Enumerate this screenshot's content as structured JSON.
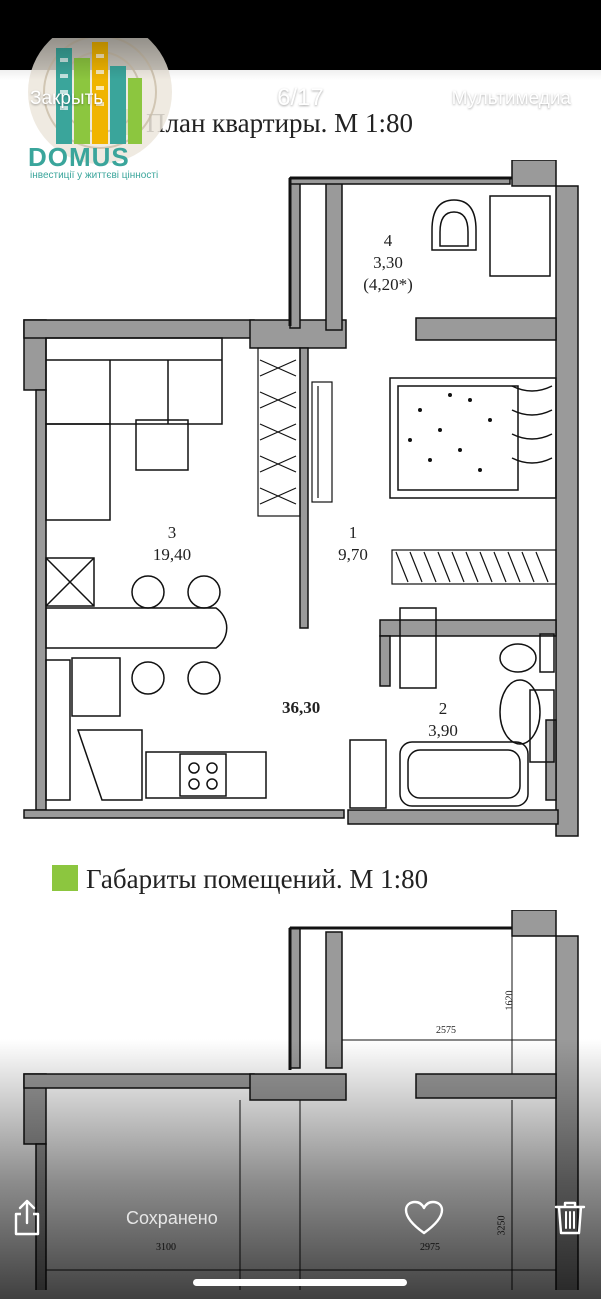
{
  "nav": {
    "close_label": "Закрыть",
    "counter": "6/17",
    "media_label": "Мультимедиа"
  },
  "logo": {
    "name": "DOMUS",
    "tagline": "інвестиції у життєві цінності"
  },
  "plan": {
    "title": "План квартиры. М 1:80",
    "total_area": "36,30",
    "rooms": [
      {
        "number": "4",
        "area": "3,30",
        "extra": "(4,20*)"
      },
      {
        "number": "3",
        "area": "19,40"
      },
      {
        "number": "1",
        "area": "9,70"
      },
      {
        "number": "2",
        "area": "3,90"
      }
    ]
  },
  "dimensions": {
    "title": "Габариты помещений. М 1:80",
    "values": [
      "2575",
      "1620",
      "3250",
      "3100",
      "2975"
    ]
  },
  "bottom": {
    "saved_label": "Сохранено",
    "share_icon": "share-icon",
    "heart_icon": "heart-icon",
    "trash_icon": "trash-icon"
  },
  "colors": {
    "accent_square": "#8cc63f",
    "logo_teal": "#3aa59b",
    "wall_gray": "#9a9a9a"
  }
}
